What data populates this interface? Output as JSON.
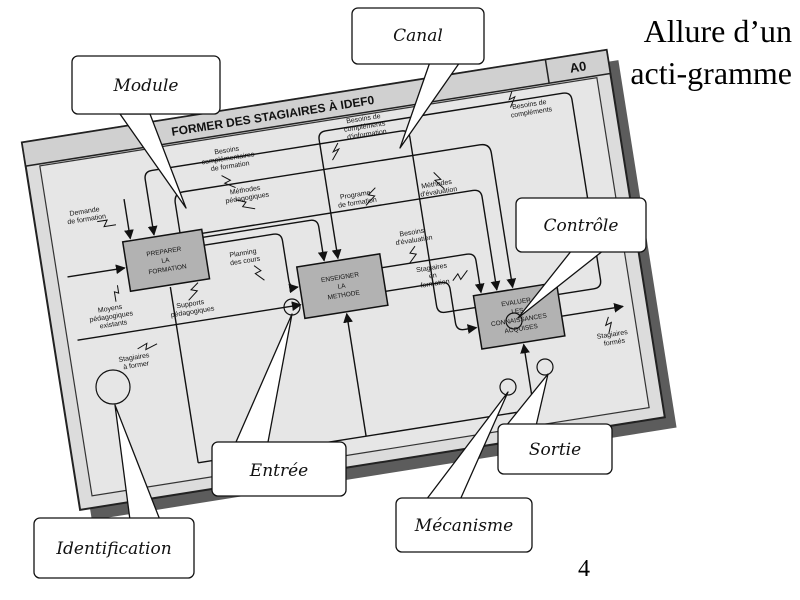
{
  "slide": {
    "title_line1": "Allure d’un",
    "title_line2": "acti-gramme",
    "page_number": "4"
  },
  "sheet": {
    "title": "FORMER DES STAGIAIRES À IDEF0",
    "node_id": "A0"
  },
  "boxes": {
    "preparer": [
      "PREPARER",
      "LA",
      "FORMATION"
    ],
    "enseigner": [
      "ENSEIGNER",
      "LA",
      "METHODE"
    ],
    "evaluer": [
      "EVALUER",
      "LES",
      "CONNAISSANCES",
      "ACQUISES"
    ]
  },
  "arrow_labels": {
    "besoins_formation": [
      "Besoins",
      "complémentaires",
      "de formation"
    ],
    "besoins_information": [
      "Besoins de",
      "compléments",
      "d'information"
    ],
    "besoins_complements": [
      "Besoins de",
      "compléments"
    ],
    "methodes_pedagogiques": [
      "Méthodes",
      "pédagogiques"
    ],
    "programme": [
      "Programe",
      "de formation"
    ],
    "methodes_evaluation": [
      "Méthodes",
      "d'évaluation"
    ],
    "demande": [
      "Demande",
      "de formation"
    ],
    "planning": [
      "Planning",
      "des cours"
    ],
    "besoins_evaluation": [
      "Besoins",
      "d'évaluation"
    ],
    "moyens": [
      "Moyens",
      "pédagogiques",
      "existants"
    ],
    "supports": [
      "Supports",
      "pédagogiques"
    ],
    "stagiaires_formation": [
      "Stagiaires",
      "en",
      "formation"
    ],
    "stagiaires_former": [
      "Stagiaires",
      "à former"
    ],
    "stagiaires_formes": [
      "Stagiaires",
      "formés"
    ]
  },
  "callouts": {
    "module": "Module",
    "canal": "Canal",
    "controle": "Contrôle",
    "entree": "Entrée",
    "sortie": "Sortie",
    "mecanisme": "Mécanisme",
    "identification": "Identification"
  }
}
